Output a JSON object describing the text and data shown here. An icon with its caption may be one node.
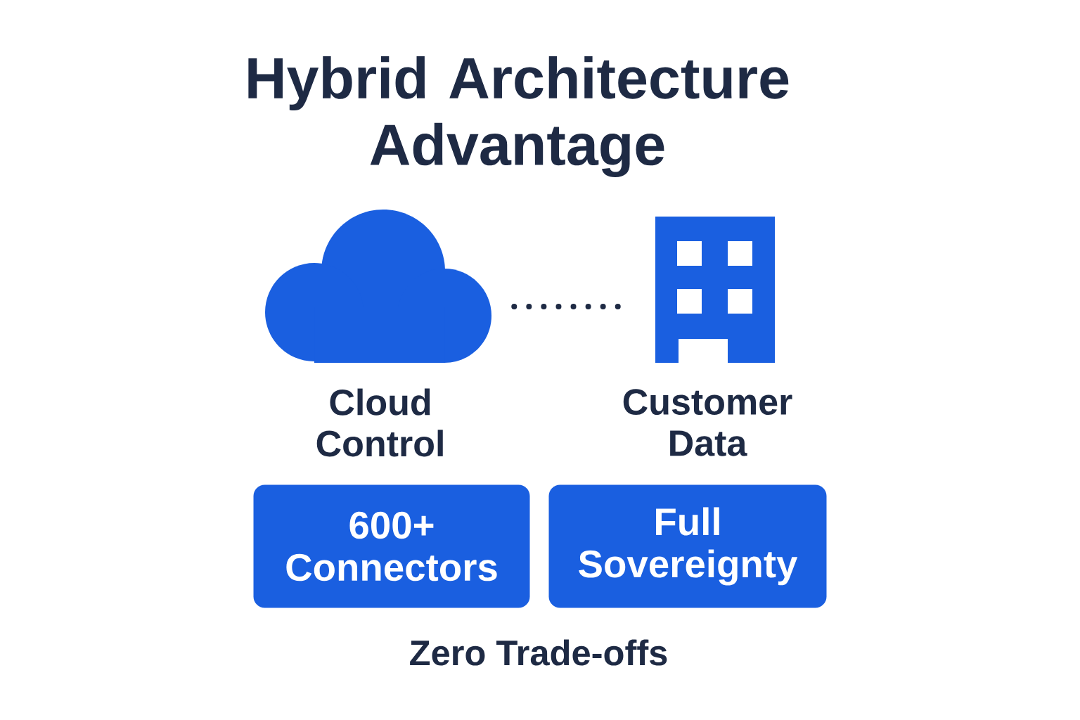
{
  "diagram": {
    "title": "Hybrid Architecture Advantage",
    "nodes": [
      {
        "text": [],
        "shape": "cloud",
        "beside": [
          "Cloud Control"
        ]
      },
      {
        "text": [],
        "shape": "building",
        "beside": [
          "Customer Data"
        ]
      },
      {
        "text": [
          "600+ Connectors"
        ]
      },
      {
        "text": [
          "Full Sovereignty"
        ]
      }
    ],
    "edges": [
      {
        "from": 0,
        "to": 1,
        "arrow": "none",
        "style": "dashed"
      }
    ],
    "labels": [
      "Zero Trade-offs"
    ]
  }
}
